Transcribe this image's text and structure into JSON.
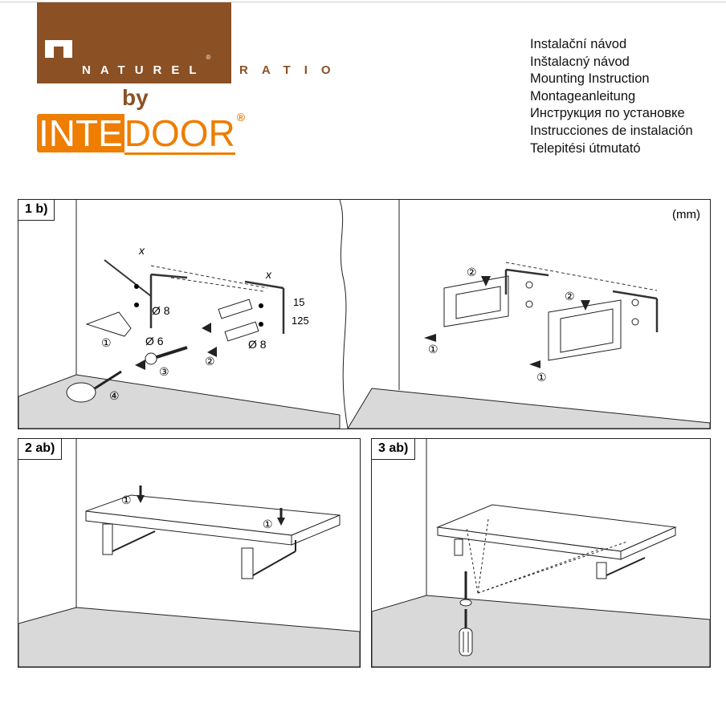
{
  "brand": {
    "naturel": "NATUREL",
    "ratio": "RATIO",
    "by": "by",
    "inte": "INTE",
    "door": "DOOR",
    "reg": "®"
  },
  "titles": [
    "Instalační návod",
    "Inštalacný návod",
    "Mounting Instruction",
    "Montageanleitung",
    "Инструкция по установке",
    "Instrucciones de instalación",
    "Telepitési útmutató"
  ],
  "panels": {
    "p1": {
      "label": "1 b)",
      "unit": "(mm)",
      "x1": "x",
      "x2": "x",
      "d8a": "Ø 8",
      "d6": "Ø 6",
      "d8b": "Ø 8",
      "dim15": "15",
      "dim125": "125",
      "s1": "①",
      "s2": "②",
      "s3": "③",
      "s4": "④",
      "r2a": "②",
      "r2b": "②",
      "r1a": "①",
      "r1b": "①"
    },
    "p2": {
      "label": "2 ab)",
      "s1a": "①",
      "s1b": "①"
    },
    "p3": {
      "label": "3 ab)"
    }
  }
}
